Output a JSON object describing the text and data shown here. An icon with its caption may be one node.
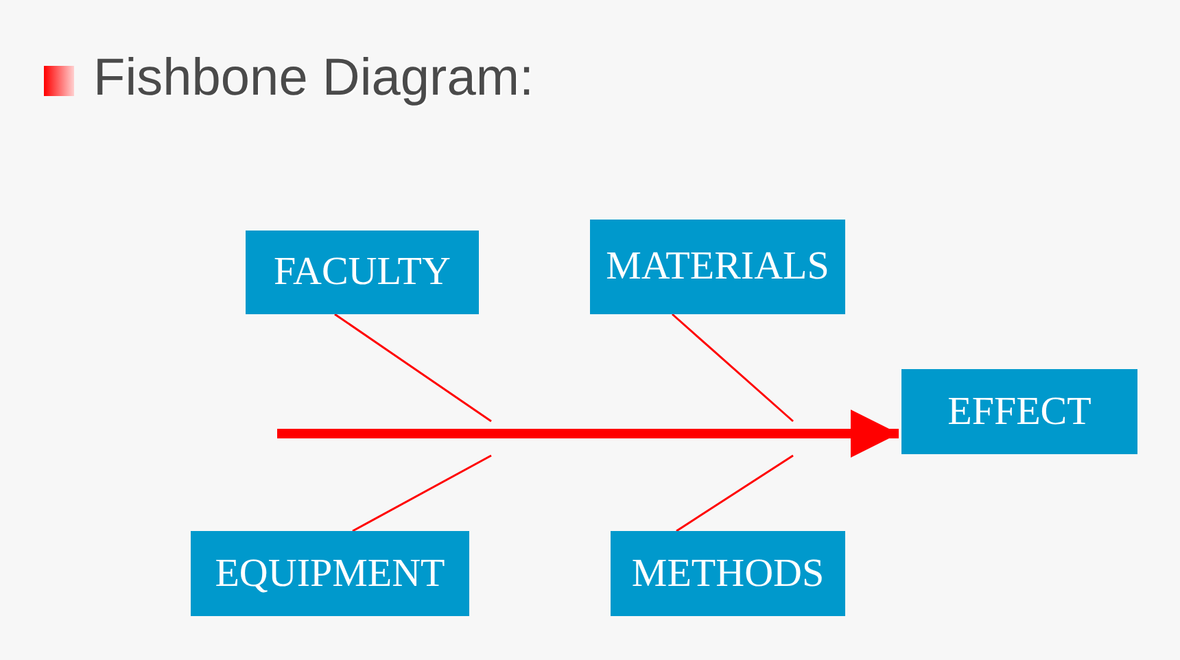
{
  "diagram": {
    "title": "Fishbone Diagram:",
    "nodes": [
      {
        "text": [
          "FACULTY"
        ]
      },
      {
        "text": [
          "MATERIALS"
        ]
      },
      {
        "text": [
          "EFFECT"
        ]
      },
      {
        "text": [
          "EQUIPMENT"
        ]
      },
      {
        "text": [
          "METHODS"
        ]
      }
    ],
    "edges": [
      {
        "from": null,
        "to": 2,
        "arrow": "to",
        "style": "thick"
      },
      {
        "from": 0,
        "to": null,
        "arrow": "none"
      },
      {
        "from": 1,
        "to": null,
        "arrow": "none"
      },
      {
        "from": 3,
        "to": null,
        "arrow": "none"
      },
      {
        "from": 4,
        "to": null,
        "arrow": "none"
      }
    ]
  }
}
